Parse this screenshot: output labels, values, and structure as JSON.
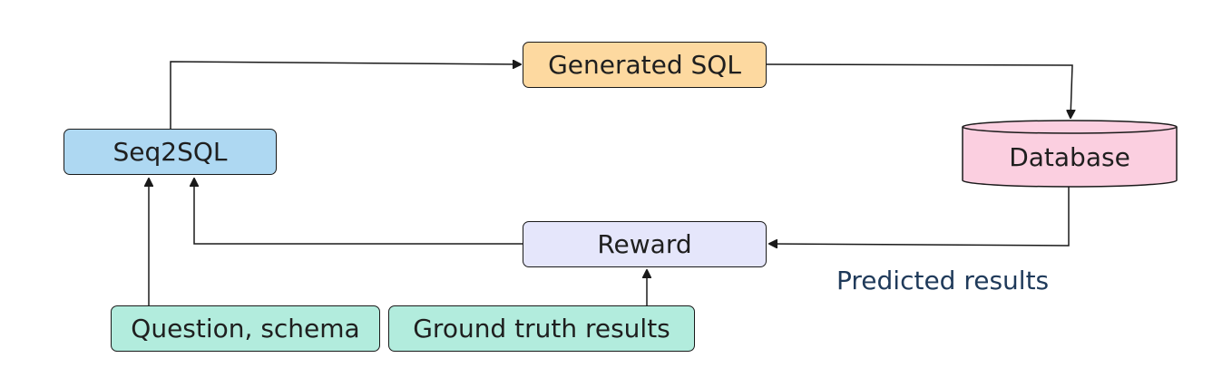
{
  "nodes": {
    "generated_sql": {
      "label": "Generated SQL",
      "color": "#fdd9a0"
    },
    "seq2sql": {
      "label": "Seq2SQL",
      "color": "#aed8f2"
    },
    "database": {
      "label": "Database",
      "color": "#fbcfe0"
    },
    "reward": {
      "label": "Reward",
      "color": "#e5e6fb"
    },
    "question_schema": {
      "label": "Question, schema",
      "color": "#b2ecdd"
    },
    "ground_truth": {
      "label": "Ground truth results",
      "color": "#b2ecdd"
    }
  },
  "edge_labels": {
    "predicted_results": "Predicted results"
  },
  "colors": {
    "stroke": "#1a1a1a",
    "edge_label_text": "#1f3a5a"
  }
}
